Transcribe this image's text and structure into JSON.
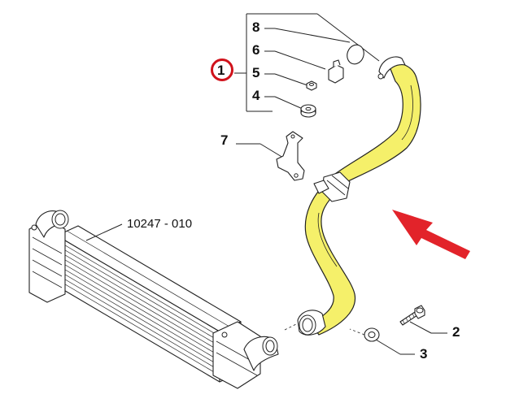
{
  "diagram": {
    "callouts": {
      "group": "1",
      "hose_label": "8",
      "clip_label": "6",
      "nut_label": "5",
      "grommet_label": "4",
      "bracket_label": "7",
      "bolt_label": "2",
      "washer_label": "3"
    },
    "reference": "10247 - 010",
    "colors": {
      "hose": "#f5f06a",
      "arrow": "#e2232a",
      "highlight_ring": "#d0121b",
      "line": "#222222"
    }
  }
}
